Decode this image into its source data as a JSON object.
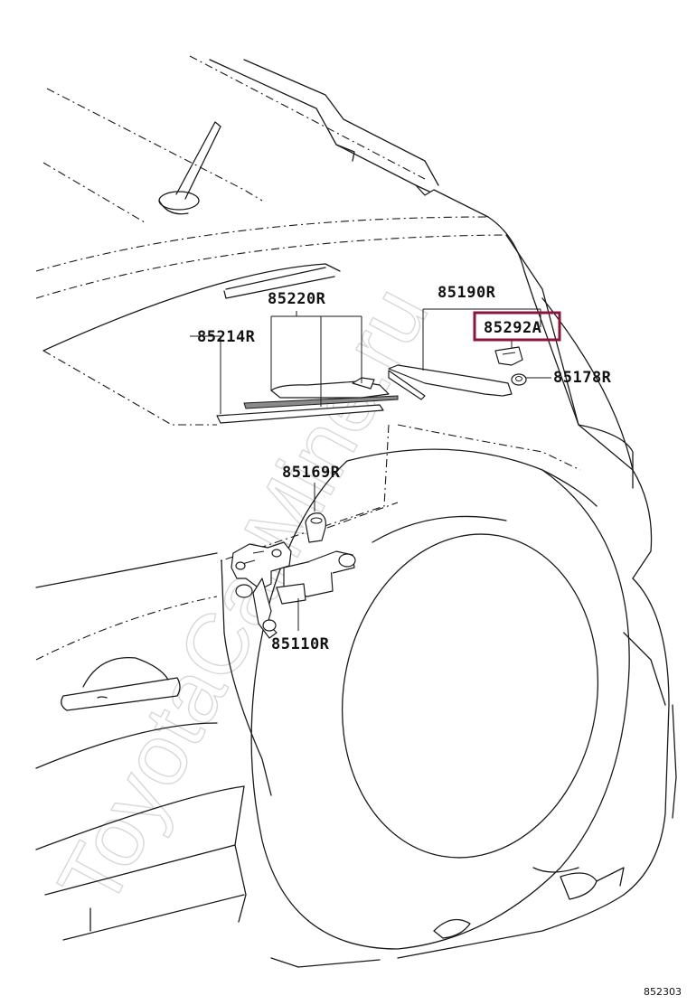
{
  "diagram": {
    "highlight_color": "#8b1538",
    "ink_color": "#1a1a1a",
    "watermark": "ToyotaCarMine.ru",
    "figure_code": "852303",
    "parts": [
      {
        "id": "85220R"
      },
      {
        "id": "85214R"
      },
      {
        "id": "85190R"
      },
      {
        "id": "85292A",
        "highlighted": true
      },
      {
        "id": "85178R"
      },
      {
        "id": "85169R"
      },
      {
        "id": "85110R"
      }
    ]
  }
}
